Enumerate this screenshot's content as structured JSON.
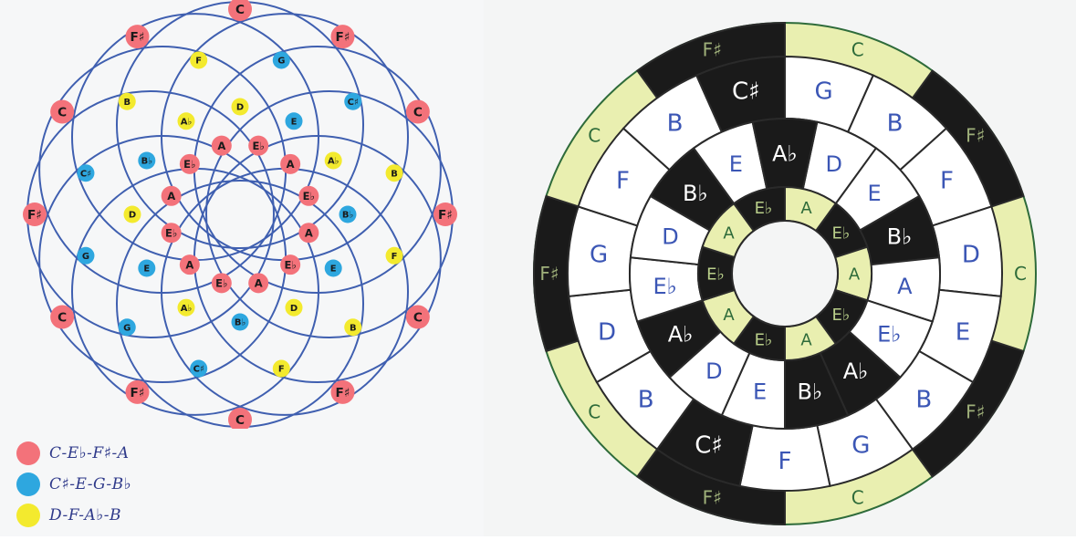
{
  "colors": {
    "red": "#f3727a",
    "blue": "#2ea7df",
    "yellow": "#f3ea2e",
    "line": "#3f5fb0",
    "ink": "#1a1a1a",
    "paper": "#ffffff",
    "yellow_green": "#e9efb0",
    "text_blue": "#3b56b5"
  },
  "left_diagram": {
    "outer_ring": [
      "C",
      "F♯",
      "C",
      "F♯",
      "C",
      "F♯",
      "C",
      "F♯",
      "C",
      "F♯",
      "C",
      "F♯"
    ],
    "ring2": [
      "G",
      "C♯",
      "B",
      "F",
      "B",
      "F",
      "C♯",
      "G",
      "G",
      "C♯",
      "B",
      "F"
    ],
    "ring3": [
      "D",
      "E",
      "A♭",
      "B♭",
      "E",
      "D",
      "B♭",
      "A♭",
      "E",
      "D",
      "B♭",
      "A♭"
    ],
    "ring4": [
      "E♭",
      "A",
      "E♭",
      "A",
      "E♭",
      "A",
      "E♭",
      "A",
      "E♭",
      "A",
      "E♭",
      "A"
    ],
    "legend": [
      {
        "label": "C-E♭-F♯-A",
        "color": "red"
      },
      {
        "label": "C♯-E-G-B♭",
        "color": "blue"
      },
      {
        "label": "D-F-A♭-B",
        "color": "yellow"
      }
    ]
  },
  "right_diagram": {
    "outer": [
      "C",
      "F♯",
      "C",
      "F♯",
      "C",
      "F♯",
      "C",
      "F♯",
      "C",
      "F♯"
    ],
    "band1": [
      "G",
      "B",
      "F",
      "D",
      "E",
      "B",
      "G",
      "F",
      "C♯",
      "B",
      "D",
      "G",
      "F",
      "B",
      "C♯"
    ],
    "band2": [
      "D",
      "E",
      "B♭",
      "A",
      "E♭",
      "A♭",
      "B♭",
      "E",
      "D",
      "A♭",
      "E♭",
      "D",
      "B♭",
      "E",
      "A♭"
    ],
    "inner": [
      "A",
      "E♭",
      "A",
      "E♭",
      "A",
      "E♭",
      "A",
      "E♭",
      "A",
      "E♭"
    ]
  }
}
